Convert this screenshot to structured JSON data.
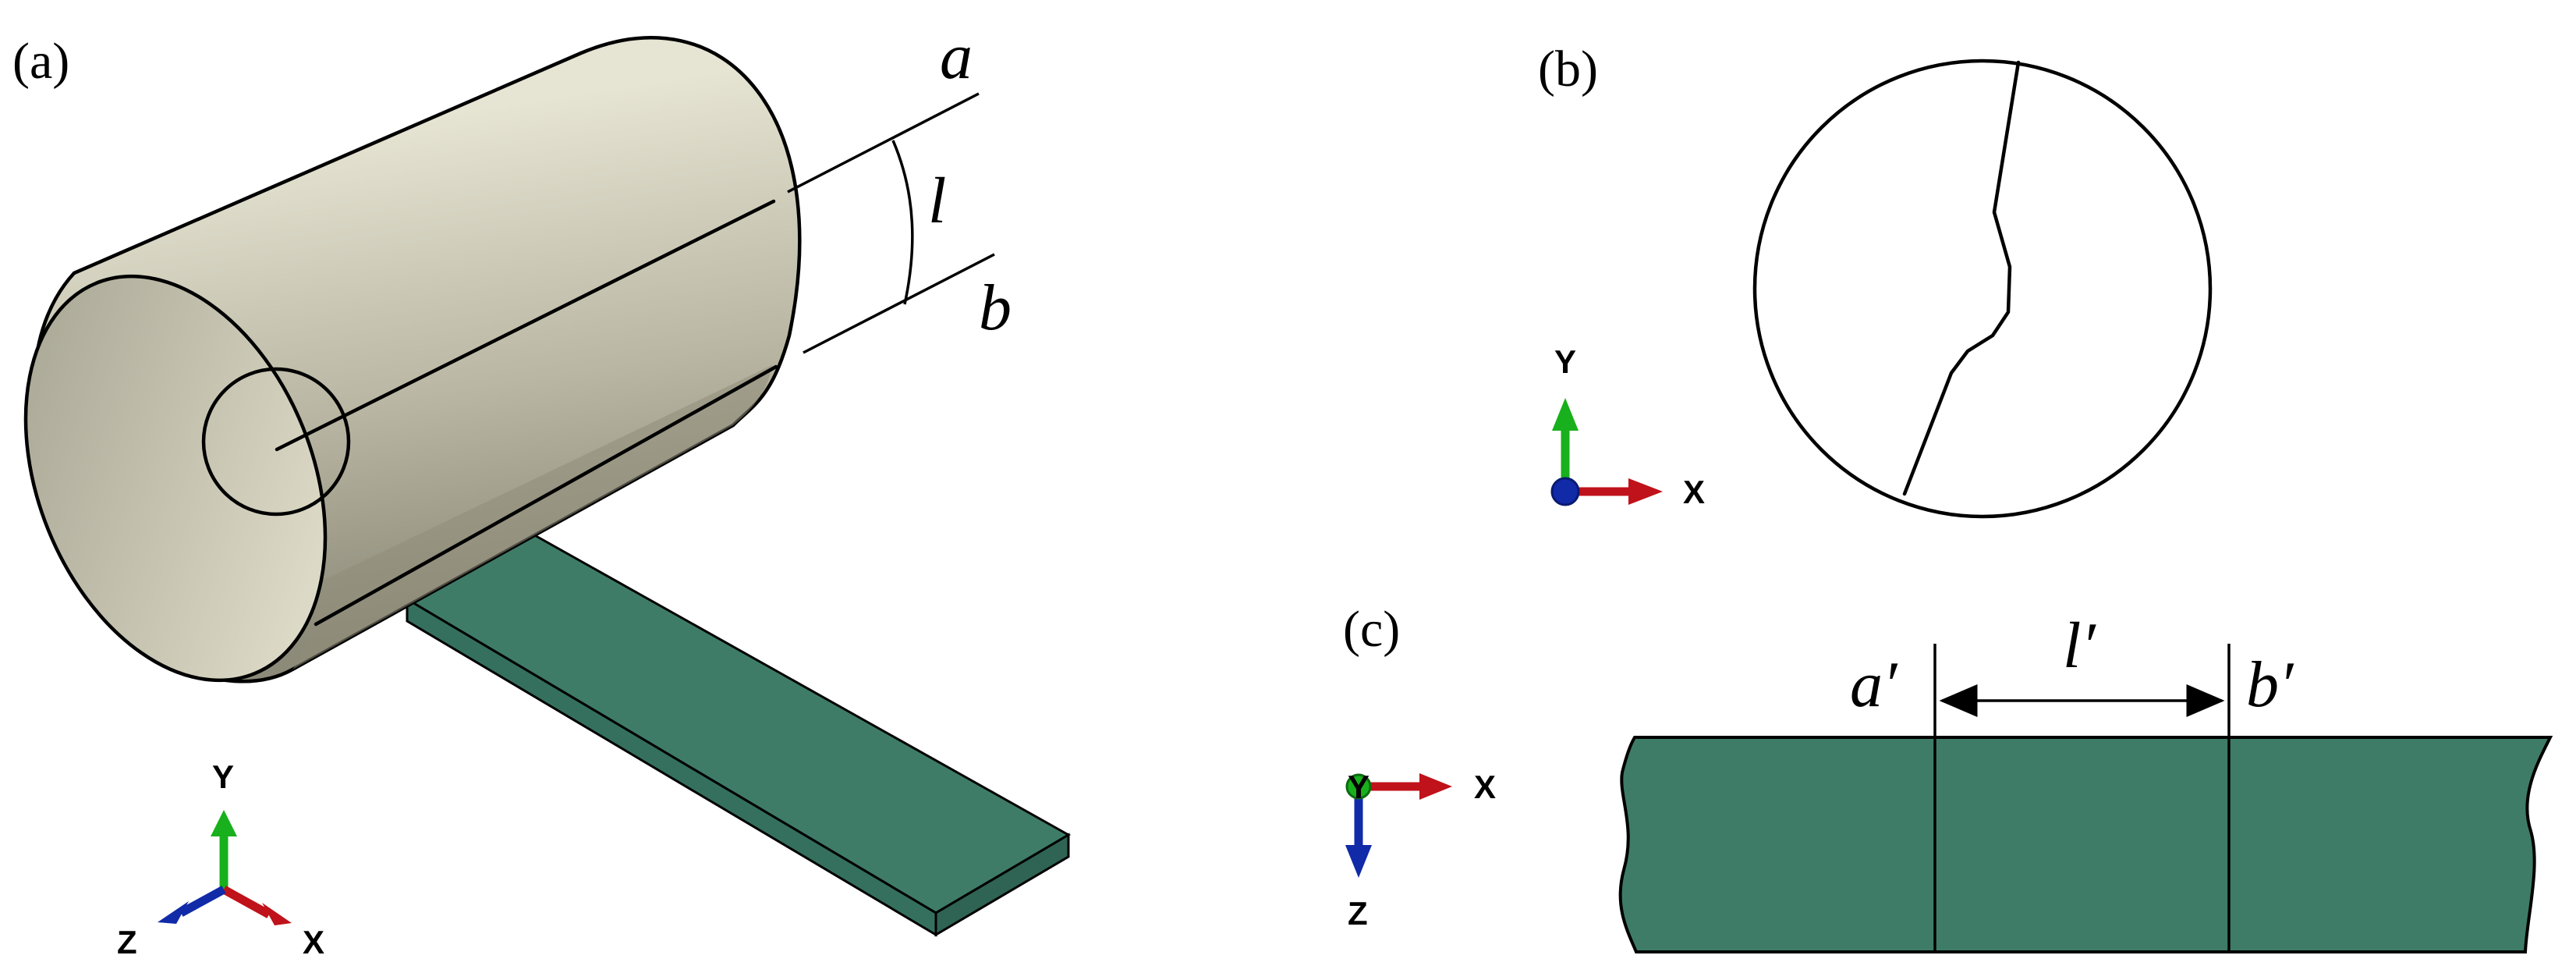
{
  "figure": {
    "panels": [
      {
        "id": "a",
        "label": "(a)"
      },
      {
        "id": "b",
        "label": "(b)"
      },
      {
        "id": "c",
        "label": "(c)"
      }
    ],
    "panel_a": {
      "line_a_label": "a",
      "line_b_label": "b",
      "arc_label": "l",
      "triad": {
        "y": "Y",
        "z": "Z",
        "x": "X"
      }
    },
    "panel_b": {
      "triad": {
        "y": "Y",
        "x": "X"
      }
    },
    "panel_c": {
      "left_label": "a′",
      "right_label": "b′",
      "span_label": "l′",
      "triad": {
        "y": "Y",
        "x": "X",
        "z": "Z"
      }
    },
    "colors": {
      "roller_light": "#e3e1cd",
      "roller_dark": "#8e8c79",
      "strip": "#3e7c68",
      "strip_edge": "#2a5a4b",
      "axis_x": "#c0121a",
      "axis_y": "#18b01c",
      "axis_z": "#102aa8"
    }
  }
}
